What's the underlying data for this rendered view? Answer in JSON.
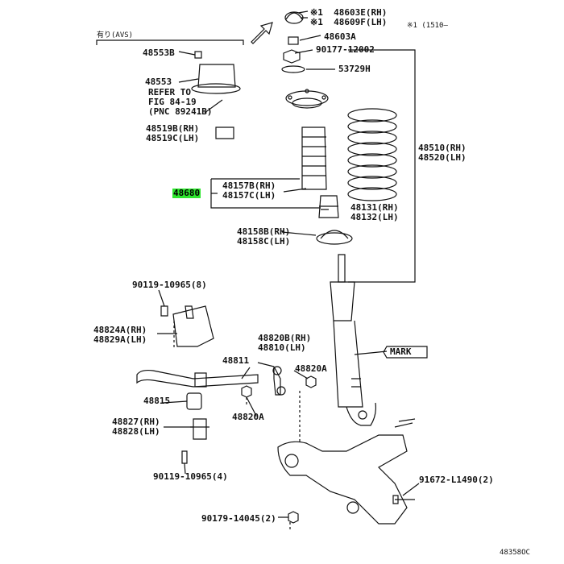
{
  "diagram": {
    "note_avs": "有り(AVS)",
    "note_date": "※1 (1510—",
    "drawing_id": "48358OC",
    "mark": "MARK",
    "refer": [
      "REFER TO",
      "FIG 84-19",
      "(PNC 89241B)"
    ],
    "parts": {
      "p48603E": "※1  48603E(RH)",
      "p48609F": "※1  48609F(LH)",
      "p48603A": "48603A",
      "p90177": "90177-12002",
      "p53729H": "53729H",
      "p48553B": "48553B",
      "p48553": "48553",
      "p48519B": "48519B(RH)",
      "p48519C": "48519C(LH)",
      "p48680": "48680",
      "p48157B": "48157B(RH)",
      "p48157C": "48157C(LH)",
      "p48510": "48510(RH)",
      "p48520": "48520(LH)",
      "p48131": "48131(RH)",
      "p48132": "48132(LH)",
      "p48158B": "48158B(RH)",
      "p48158C": "48158C(LH)",
      "p90119a": "90119-10965(8)",
      "p48824A": "48824A(RH)",
      "p48829A": "48829A(LH)",
      "p48820B": "48820B(RH)",
      "p48810": "48810(LH)",
      "p48811": "48811",
      "p48820A_1": "48820A",
      "p48815": "48815",
      "p48820A_2": "48820A",
      "p48827": "48827(RH)",
      "p48828": "48828(LH)",
      "p90119b": "90119-10965(4)",
      "p91672": "91672-L1490(2)",
      "p90179": "90179-14045(2)"
    }
  }
}
